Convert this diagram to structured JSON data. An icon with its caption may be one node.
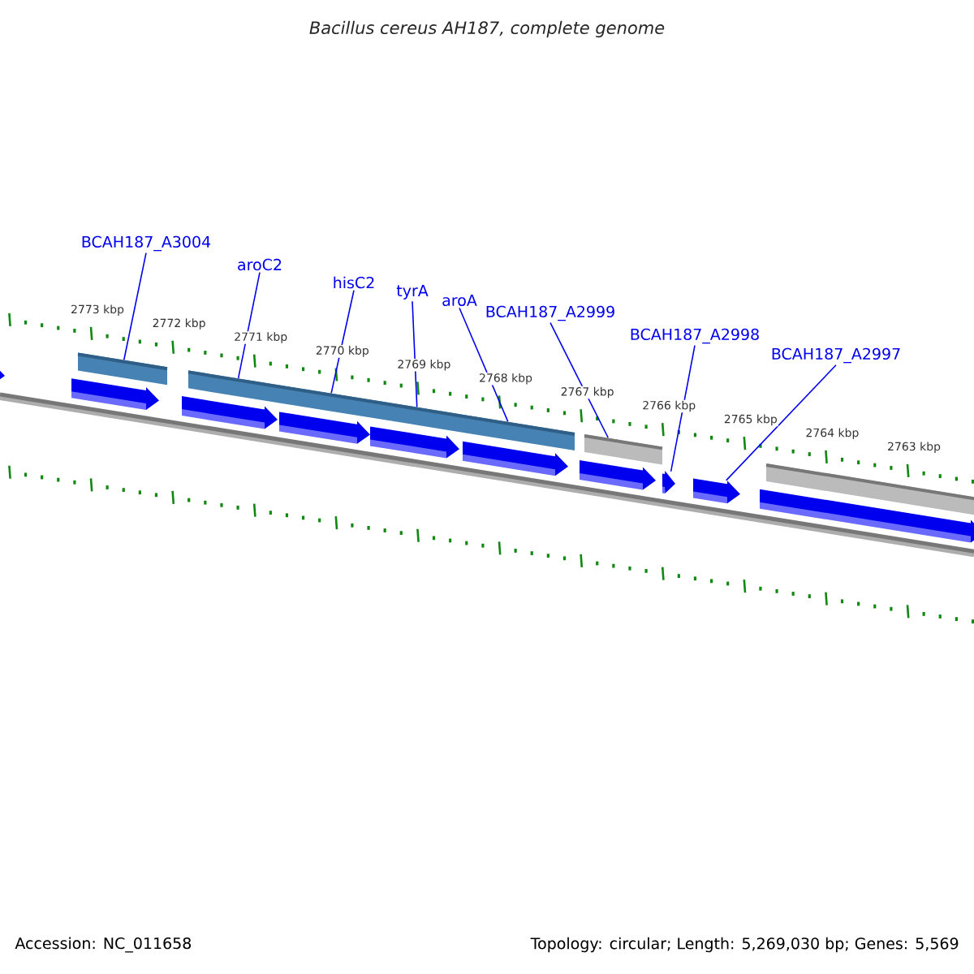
{
  "diagram": {
    "title": "Bacillus cereus AH187, complete genome",
    "nodes": [
      {
        "text": [
          "BCAH187_A3004"
        ]
      },
      {
        "text": [
          "aroC2"
        ]
      },
      {
        "text": [
          "hisC2"
        ]
      },
      {
        "text": [
          "tyrA"
        ]
      },
      {
        "text": [
          "aroA"
        ]
      },
      {
        "text": [
          "BCAH187_A2999"
        ]
      },
      {
        "text": [
          "BCAH187_A2998"
        ]
      },
      {
        "text": [
          "BCAH187_A2997"
        ]
      },
      {
        "text": [],
        "shape": "bar"
      },
      {
        "text": [],
        "shape": "bar"
      },
      {
        "text": [],
        "shape": "bar"
      },
      {
        "text": [],
        "shape": "bar"
      },
      {
        "text": [],
        "shape": "bar"
      },
      {
        "text": [],
        "shape": "bar"
      },
      {
        "text": [],
        "shape": "bar"
      },
      {
        "text": [],
        "shape": "bar"
      },
      {
        "text": [],
        "shape": "bar"
      },
      {
        "text": [],
        "shape": "bar"
      }
    ],
    "edges": [
      {
        "from": 0,
        "to": 9,
        "arrow": "none"
      },
      {
        "from": 1,
        "to": 10,
        "arrow": "none"
      },
      {
        "from": 2,
        "to": 11,
        "arrow": "none"
      },
      {
        "from": 3,
        "to": 12,
        "arrow": "none"
      },
      {
        "from": 4,
        "to": 13,
        "arrow": "none"
      },
      {
        "from": 5,
        "to": 14,
        "arrow": "none"
      },
      {
        "from": 6,
        "to": 15,
        "arrow": "none"
      },
      {
        "from": 7,
        "to": 16,
        "arrow": "none"
      }
    ],
    "labels": [
      "2773 kbp",
      "2772 kbp",
      "2771 kbp",
      "2770 kbp",
      "2769 kbp",
      "2768 kbp",
      "2767 kbp",
      "2766 kbp",
      "2765 kbp",
      "2764 kbp",
      "2763 kbp",
      "Accession: NC_011658",
      "Topology: circular; Length: 5,269,030 bp; Genes: 5,569"
    ]
  }
}
